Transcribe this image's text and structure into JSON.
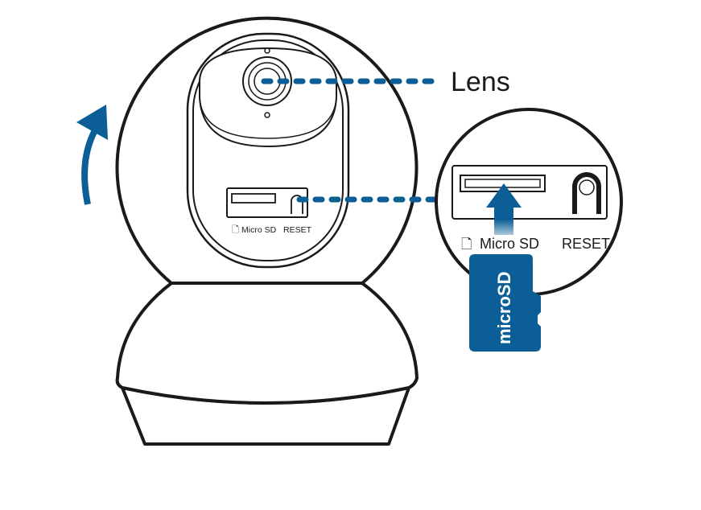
{
  "colors": {
    "accent": "#0b5f96",
    "outline": "#1a1a1a",
    "background": "#ffffff"
  },
  "labels": {
    "lens": "Lens",
    "micro_sd_small": "Micro SD",
    "reset_small": "RESET",
    "micro_sd_large": "Micro SD",
    "reset_large": "RESET",
    "card_text": "microSD"
  },
  "icons": {
    "rotate_arrow": "curved-up-arrow",
    "insert_arrow": "up-arrow",
    "file_icon": "document-outline"
  }
}
